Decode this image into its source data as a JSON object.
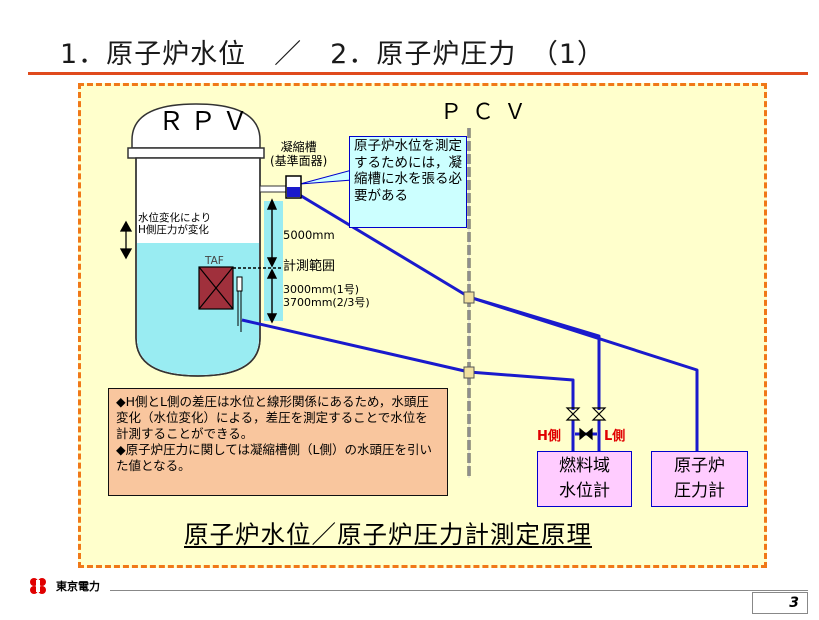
{
  "header": {
    "title": "1．原子炉水位　／　2．原子炉圧力　（1）"
  },
  "diagram": {
    "rpv_label": "ＲＰＶ",
    "pcv_label": "ＰＣＶ",
    "condensation_tank_label": [
      "凝縮槽",
      "(基準面器)"
    ],
    "callout_text": "原子炉水位を測定するためには，凝縮槽に水を張る必要がある",
    "water_level_note": [
      "水位変化により",
      "H側圧力が変化"
    ],
    "taf_label": "TAF",
    "dim_upper": "5000mm",
    "measurement_range": "計測範囲",
    "dim_lower": [
      "3000mm(1号)",
      "3700mm(2/3号)"
    ],
    "h_side": "H側",
    "l_side": "L側",
    "gauge_level": [
      "燃料域",
      "水位計"
    ],
    "gauge_pressure": [
      "原子炉",
      "圧力計"
    ],
    "note_lines": [
      "◆H側とL側の差圧は水位と線形関係にあるため，水頭圧変化（水位変化）による，差圧を測定することで水位を計測することができる。",
      "◆原子炉圧力に関しては凝縮槽側（L側）の水頭圧を引いた値となる。"
    ],
    "title": "原子炉水位／原子炉圧力計測定原理"
  },
  "footer": {
    "company": "東京電力",
    "page_number": "3"
  },
  "colors": {
    "accent_rule": "#e04a1c",
    "panel_border": "#f07818",
    "panel_bg": "#ffffcc",
    "water": "#99ecf2",
    "pipe": "#1a1acc",
    "note_bg": "#f9c69e",
    "gauge_bg": "#ffccff",
    "callout_bg": "#ccffff",
    "label_red": "#e00000"
  },
  "icons": [
    "tepco-logo",
    "valve-icon",
    "fuel-assembly-icon",
    "double-arrow-icon"
  ]
}
